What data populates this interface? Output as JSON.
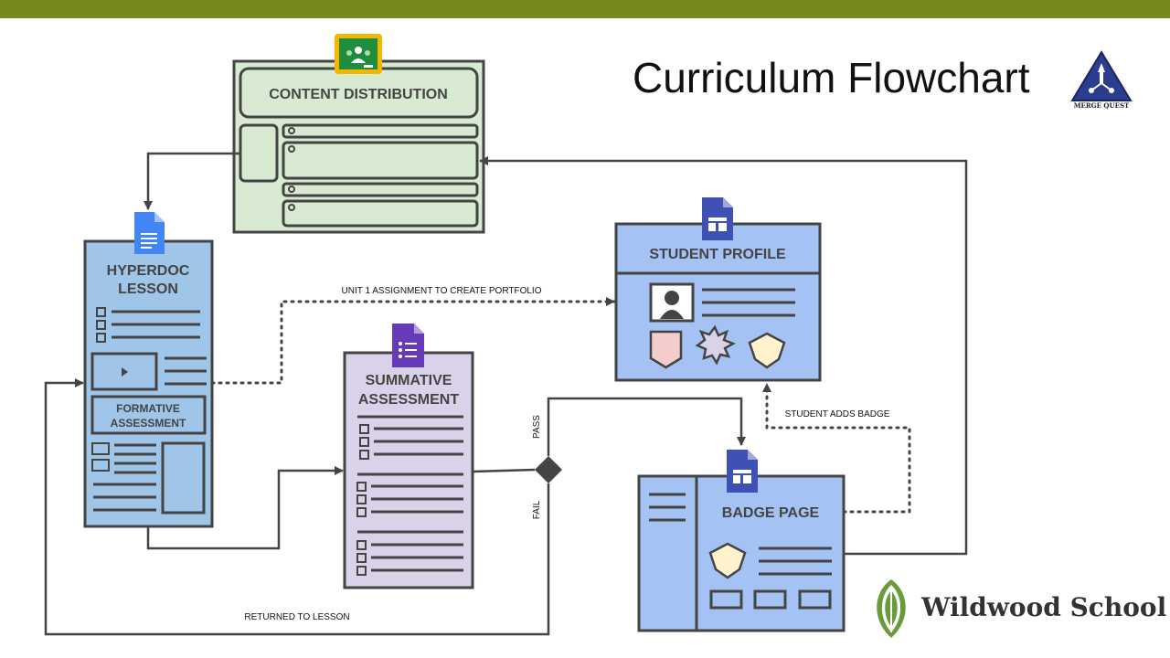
{
  "title": "Curriculum Flowchart",
  "logos": {
    "merge_quest": "MERGE QUEST",
    "school_name": "Wildwood School"
  },
  "nodes": {
    "content_distribution": "CONTENT DISTRIBUTION",
    "hyperdoc_line1": "HYPERDOC",
    "hyperdoc_line2": "LESSON",
    "formative_line1": "FORMATIVE",
    "formative_line2": "ASSESSMENT",
    "summative_line1": "SUMMATIVE",
    "summative_line2": "ASSESSMENT",
    "student_profile": "STUDENT PROFILE",
    "badge_page": "BADGE PAGE"
  },
  "edges": {
    "unit1": "UNIT 1 ASSIGNMENT TO CREATE PORTFOLIO",
    "pass": "PASS",
    "fail": "FAIL",
    "student_adds_badge": "STUDENT ADDS BADGE",
    "returned_to_lesson": "RETURNED TO LESSON"
  },
  "colors": {
    "topbar": "#78881f",
    "content_box": "#d9ead3",
    "hyperdoc_box": "#9fc5e8",
    "summative_box": "#d9d2e9",
    "profile_box": "#a4c2f4",
    "badge_box": "#a4c2f4",
    "classroom_icon": "#1e8e3e",
    "docs_icon": "#4285f4",
    "forms_icon": "#673ab7",
    "sites_icon": "#3f51b5"
  }
}
